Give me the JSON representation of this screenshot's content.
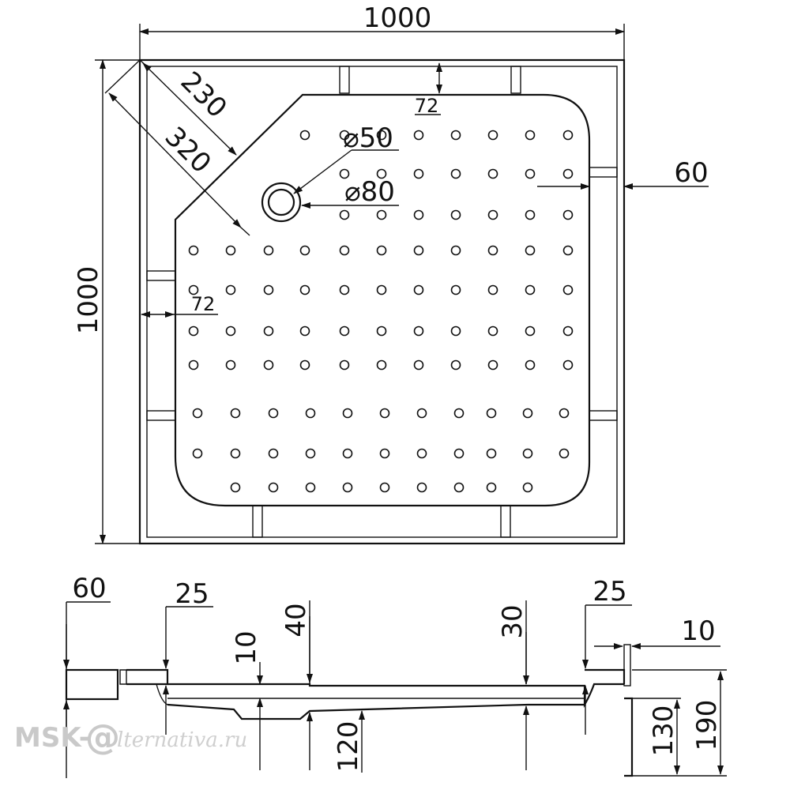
{
  "plan_view": {
    "width_label": "1000",
    "height_label": "1000",
    "corner_cut_label": "230",
    "corner_diag_label": "320",
    "top_flange_label": "72",
    "right_gap_label": "60",
    "left_flange_label": "72",
    "drain_inner_label": "⌀50",
    "drain_outer_label": "⌀80"
  },
  "section_view": {
    "left_rim_label": "60",
    "left_lip_label": "25",
    "floor_step_label": "10",
    "drain_depth_label": "40",
    "right_depth_label": "30",
    "right_lip_label": "25",
    "right_wall_label": "10",
    "leg_label": "120",
    "apron_label": "130",
    "total_height_label": "190"
  },
  "watermark": {
    "brand_prefix": "MSK-",
    "brand_logo": "@",
    "brand_suffix": "lternativa.ru"
  }
}
